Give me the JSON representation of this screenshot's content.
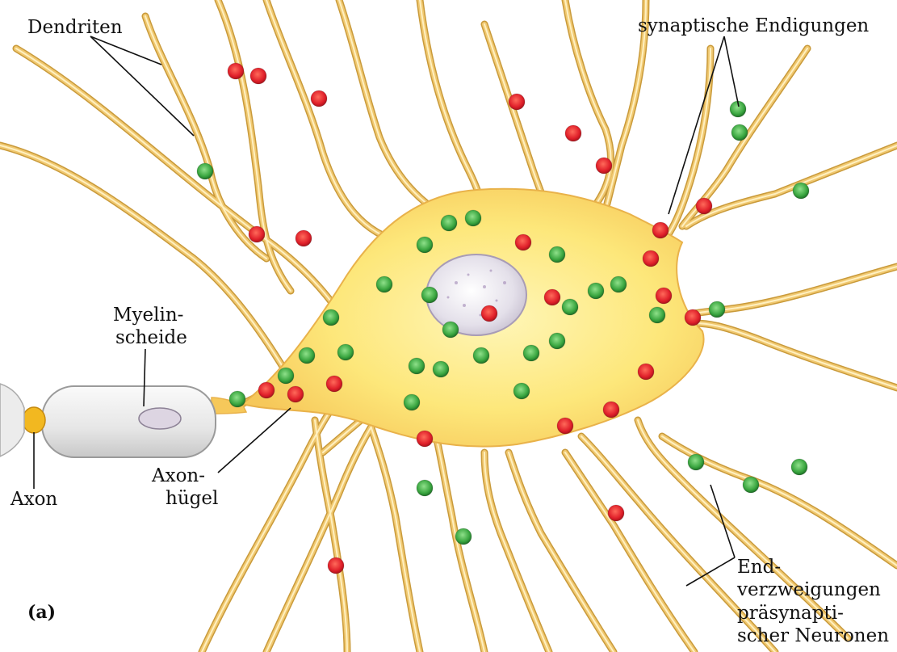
{
  "figure": {
    "panel_label": "(a)",
    "colors": {
      "dendrite": "#f0c870",
      "dendrite_edge": "#c99a3a",
      "soma": "#fde77a",
      "excitatory_synapse": "#e0202a",
      "inhibitory_synapse": "#3aa640",
      "myelin": "#e6e6e6",
      "axon": "#f2b820",
      "leader_line": "#111111"
    },
    "labels": {
      "dendriten": "Dendriten",
      "synaptische_endigungen": "synaptische Endigungen",
      "myelin_line1": "Myelin-",
      "myelin_line2": "scheide",
      "axon": "Axon",
      "axonhuegel_line1": "Axon-",
      "axonhuegel_line2": "hügel",
      "end_line1": "End-",
      "end_line2": "verzweigungen",
      "end_line3": "präsynapti-",
      "end_line4": "scher Neuronen"
    }
  }
}
